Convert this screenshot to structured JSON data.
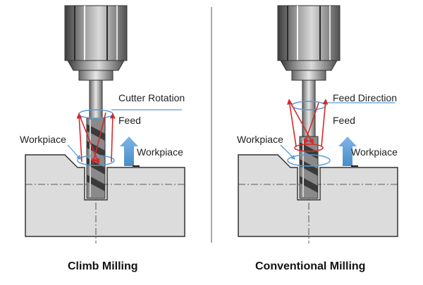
{
  "colors": {
    "arrow_red": "#d42a2a",
    "rotation_blue": "#5b9bd5",
    "workpiece_fill": "#dcdcdc",
    "spindle_dark": "#4a4a4a",
    "spindle_light": "#c8c8c8"
  },
  "left_panel": {
    "labels": {
      "cutter_rotation": "Cutter Rotation",
      "feed": "Feed",
      "workpiece_left": "Workpiace",
      "workpiece_right": "Workpiace"
    },
    "caption": "Climb Milling"
  },
  "right_panel": {
    "labels": {
      "feed_direction": "Feed Direction",
      "feed": "Feed",
      "workpiece_left": "Workpiace",
      "workpiece_right": "Workpiace"
    },
    "caption": "Conventional Milling"
  }
}
